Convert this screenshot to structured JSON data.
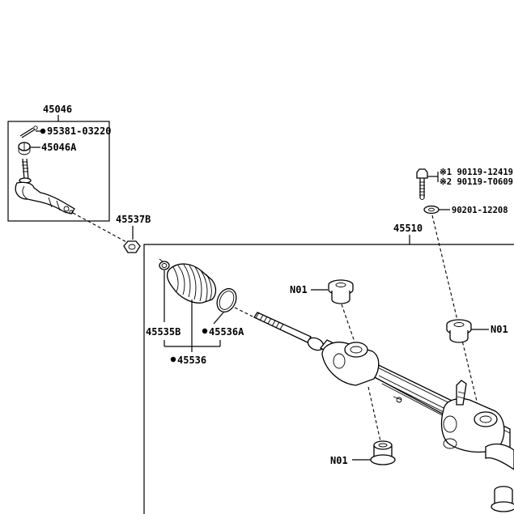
{
  "diagram": {
    "callouts": {
      "tie_rod_end_assy": "45046",
      "cotter_pin": "95381-03220",
      "tie_rod_nut": "45046A",
      "nut_45537b": "45537B",
      "gear_assy": "45510",
      "bolt_ref1": "※1 90119-12419",
      "bolt_ref2": "※2 90119-T0609",
      "washer": "90201-12208",
      "bushing_a": "N01",
      "bushing_b": "N01",
      "bushing_c": "N01",
      "boot_clamp": "45535B",
      "boot_ring": "45536A",
      "boot_set": "45536"
    },
    "markers": {
      "filled_dot": "●"
    }
  }
}
